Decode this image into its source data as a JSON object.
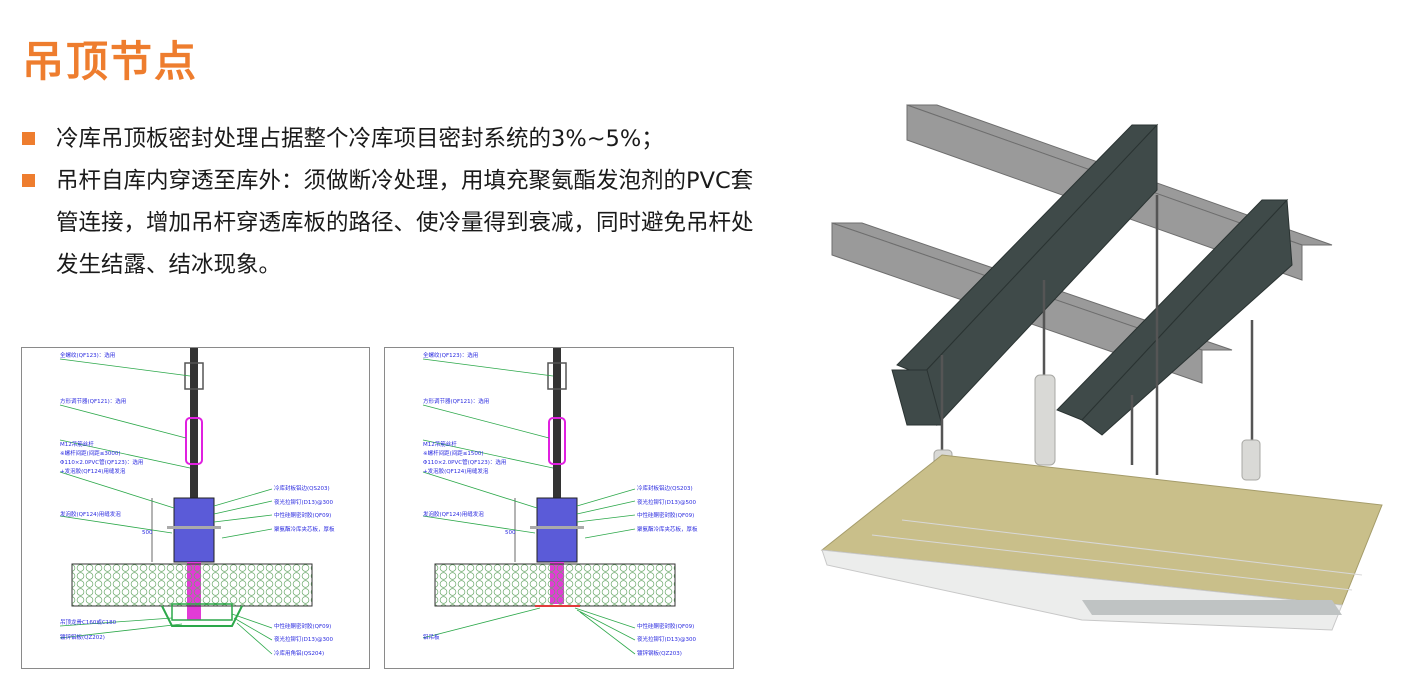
{
  "page": {
    "title": "吊顶节点",
    "bullets": [
      {
        "text": "冷库吊顶板密封处理占据整个冷库项目密封系统的3%~5%；"
      },
      {
        "text": "吊杆自库内穿透至库外：须做断冷处理，用填充聚氨酯发泡剂的PVC套管连接，增加吊杆穿透库板的路径、使冷量得到衰减，同时避免吊杆处发生结露、结冰现象。"
      }
    ],
    "accent_color": "#ee7d2e"
  },
  "diagrams": [
    {
      "left_labels": [
        "全螺纹(QF123)：选用",
        "方形调节器(QF121)：选用",
        "M12吊筋丝杆",
        "※螺杆间距(间距≤3000)",
        "Φ110×2.0PVC管(QF123)：选用",
        "+发泡胶(QF124)用缝发泡",
        "发泡胶(QF124)用缝发泡",
        "500",
        "吊顶龙骨C160或C180",
        "镀锌铝板(QZ202)"
      ],
      "right_labels": [
        "冷库封板铝边(QS203)",
        "夜光拉铆钉(D13)@300",
        "中性硅酮密封胶(QF09)",
        "聚氨酯冷库夹芯板，厚板",
        "中性硅酮密封胶(QF09)",
        "夜光拉铆钉(D13)@300",
        "冷库用角铝(QS204)"
      ]
    },
    {
      "left_labels": [
        "全螺纹(QF123)：选用",
        "方形调节器(QF121)：选用",
        "M12吊筋丝杆",
        "※螺杆间距(间距≤1500)",
        "Φ110×2.0PVC管(QF123)：选用",
        "+发泡胶(QF124)用缝发泡",
        "发泡胶(QF124)用缝发泡",
        "500",
        "铝吊板"
      ],
      "right_labels": [
        "冷库封板铝边(QS203)",
        "夜光拉铆钉(D13)@500",
        "中性硅酮密封胶(QF09)",
        "聚氨酯冷库夹芯板，厚板",
        "中性硅酮密封胶(QF09)",
        "夜光拉铆钉(D13)@300",
        "镀锌钢板(QZ203)"
      ]
    }
  ]
}
